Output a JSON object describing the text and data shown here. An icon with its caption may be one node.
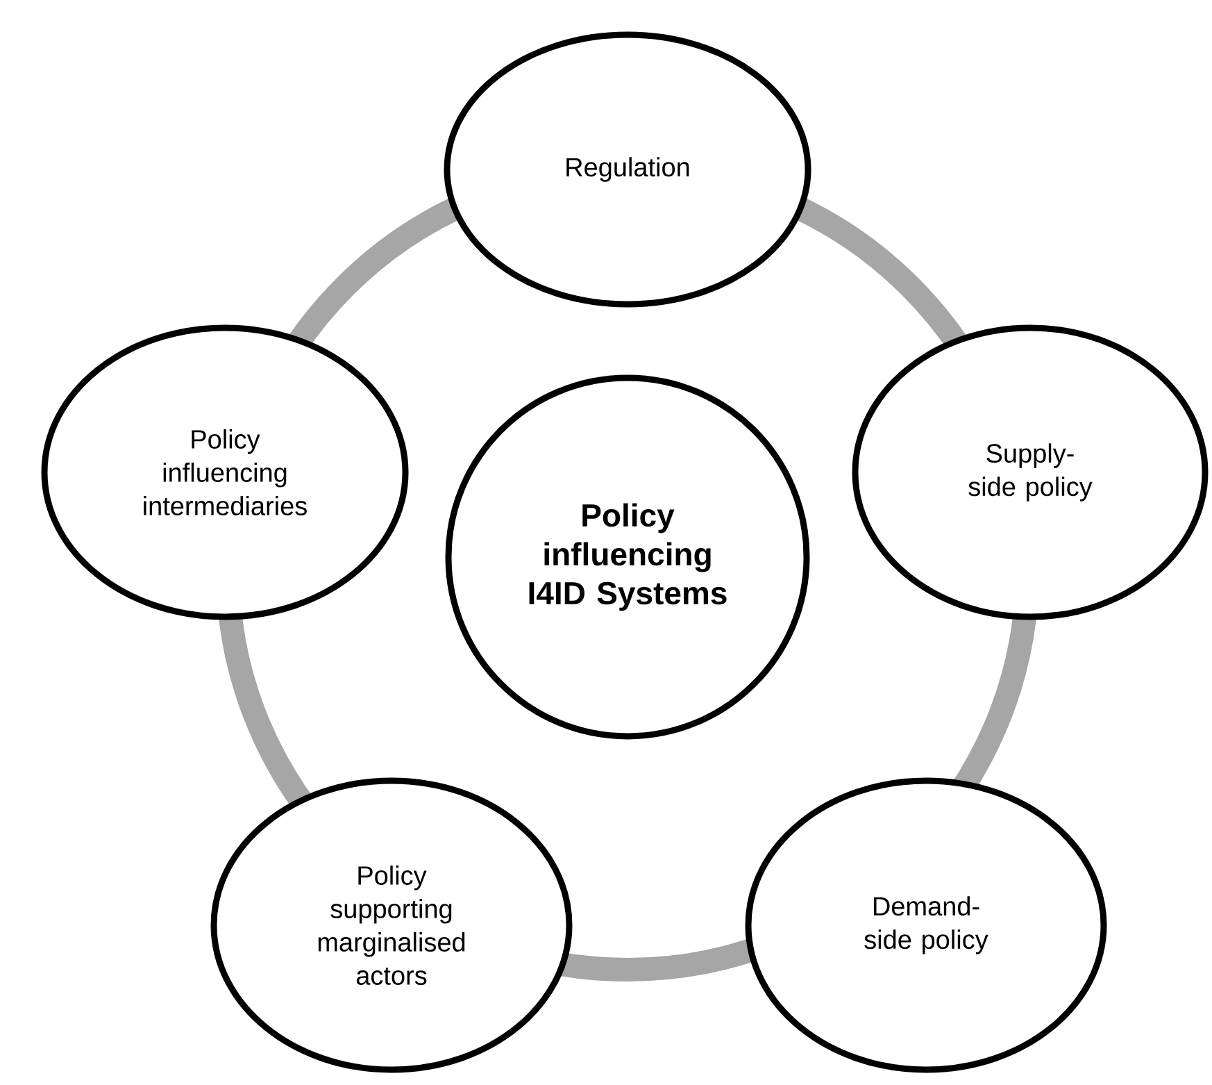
{
  "diagram": {
    "nodes": [
      {
        "text": [
          "Policy influencing I4ID Systems"
        ]
      },
      {
        "text": [
          "Regulation"
        ]
      },
      {
        "text": [
          "Supply-side policy"
        ]
      },
      {
        "text": [
          "Demand-side policy"
        ]
      },
      {
        "text": [
          "Policy supporting marginalised actors"
        ]
      },
      {
        "text": [
          "Policy influencing intermediaries"
        ]
      }
    ]
  }
}
